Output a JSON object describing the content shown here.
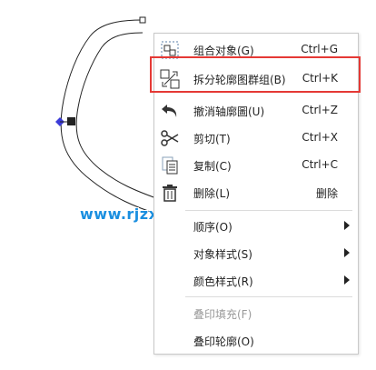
{
  "watermark": {
    "text": "www.rjzxw.com"
  },
  "menu": {
    "items": [
      {
        "label": "组合对象(G)",
        "shortcut": "Ctrl+G",
        "icon": "group-objects-icon"
      },
      {
        "label": "拆分轮廓图群组(B)",
        "shortcut": "Ctrl+K",
        "icon": "break-contour-group-icon",
        "highlighted": true
      },
      {
        "label": "撤消轴廓圖(U)",
        "shortcut": "Ctrl+Z",
        "icon": "undo-icon"
      },
      {
        "label": "剪切(T)",
        "shortcut": "Ctrl+X",
        "icon": "scissors-icon"
      },
      {
        "label": "复制(C)",
        "shortcut": "Ctrl+C",
        "icon": "copy-icon"
      },
      {
        "label": "删除(L)",
        "shortcut": "删除",
        "icon": "trash-icon"
      },
      {
        "label": "顺序(O)",
        "submenu": true
      },
      {
        "label": "对象样式(S)",
        "submenu": true
      },
      {
        "label": "颜色样式(R)",
        "submenu": true
      },
      {
        "label": "叠印填充(F)",
        "disabled": true
      },
      {
        "label": "叠印轮廓(O)"
      }
    ]
  },
  "colors": {
    "highlight_border": "#e53935",
    "watermark": "#1a8fe0",
    "menu_border": "#c9c9c9",
    "disabled_text": "#9a9a9a"
  }
}
